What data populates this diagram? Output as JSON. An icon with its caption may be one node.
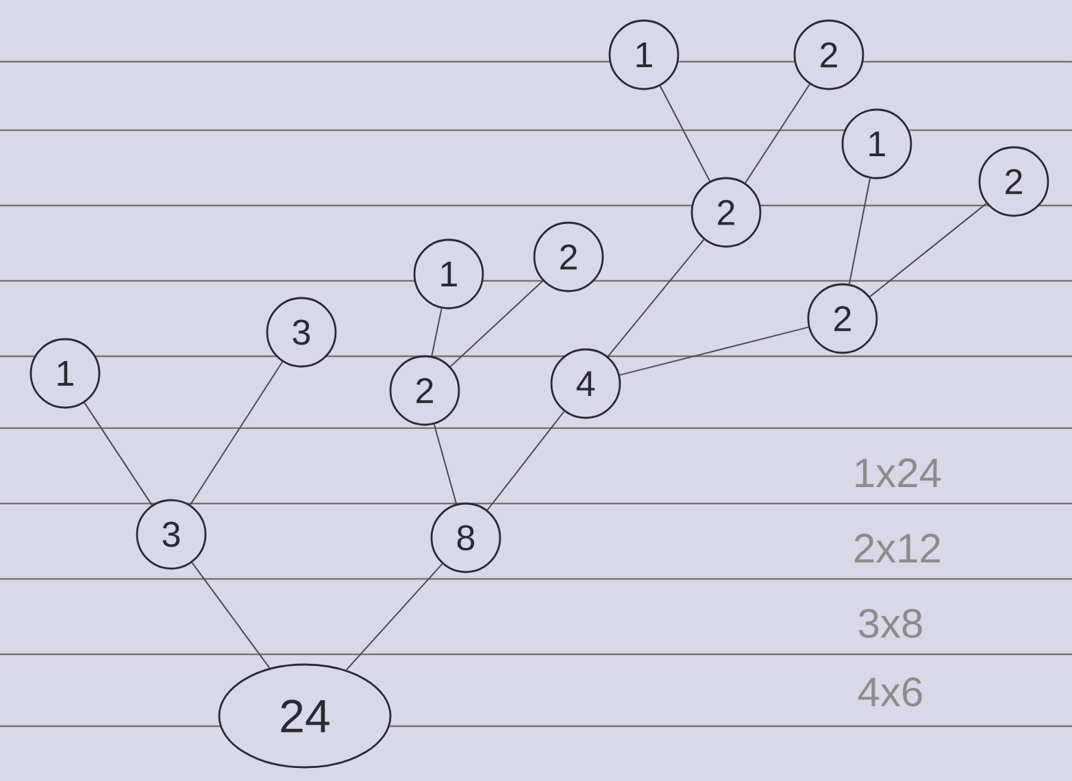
{
  "diagram": {
    "nodes": [
      {
        "text": [
          "24"
        ]
      },
      {
        "text": [
          "3"
        ]
      },
      {
        "text": [
          "8"
        ]
      },
      {
        "text": [
          "1"
        ]
      },
      {
        "text": [
          "3"
        ]
      },
      {
        "text": [
          "2"
        ]
      },
      {
        "text": [
          "4"
        ]
      },
      {
        "text": [
          "1"
        ]
      },
      {
        "text": [
          "2"
        ]
      },
      {
        "text": [
          "2"
        ]
      },
      {
        "text": [
          "2"
        ]
      },
      {
        "text": [
          "1"
        ]
      },
      {
        "text": [
          "2"
        ]
      },
      {
        "text": [
          "1"
        ]
      },
      {
        "text": [
          "2"
        ]
      }
    ],
    "edges": [
      {
        "from": 0,
        "to": 1,
        "arrow": "none"
      },
      {
        "from": 0,
        "to": 2,
        "arrow": "none"
      },
      {
        "from": 1,
        "to": 3,
        "arrow": "none"
      },
      {
        "from": 1,
        "to": 4,
        "arrow": "none"
      },
      {
        "from": 2,
        "to": 5,
        "arrow": "none"
      },
      {
        "from": 2,
        "to": 6,
        "arrow": "none"
      },
      {
        "from": 5,
        "to": 7,
        "arrow": "none"
      },
      {
        "from": 5,
        "to": 8,
        "arrow": "none"
      },
      {
        "from": 6,
        "to": 9,
        "arrow": "none"
      },
      {
        "from": 6,
        "to": 10,
        "arrow": "none"
      },
      {
        "from": 9,
        "to": 11,
        "arrow": "none"
      },
      {
        "from": 9,
        "to": 12,
        "arrow": "none"
      },
      {
        "from": 10,
        "to": 13,
        "arrow": "none"
      },
      {
        "from": 10,
        "to": 14,
        "arrow": "none"
      }
    ],
    "labels": [
      "1x24",
      "2x12",
      "3x8",
      "4x6"
    ]
  }
}
